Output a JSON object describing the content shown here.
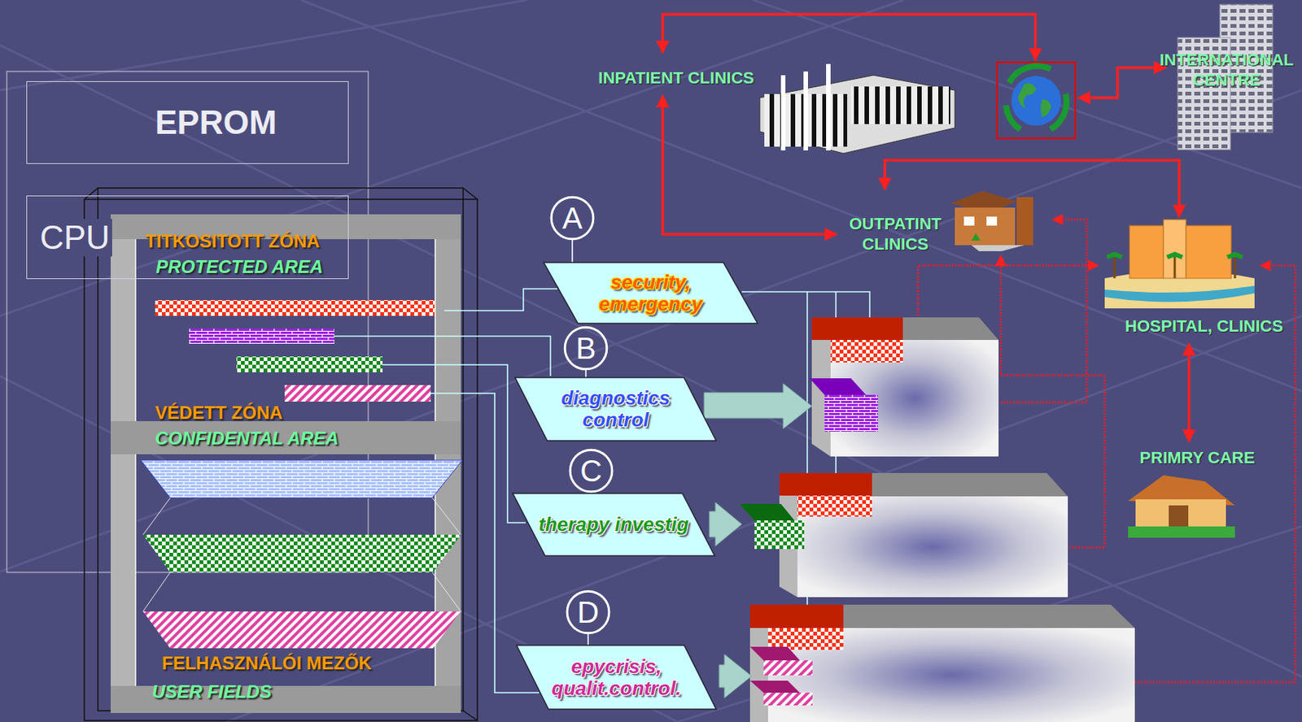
{
  "diagram": {
    "nodes": [
      {
        "text": [
          "EPROM"
        ]
      },
      {
        "text": [
          "CPU"
        ]
      },
      {
        "text": [
          "TITKOSITOTT ZÓNA",
          "PROTECTED AREA",
          "VÉDETT ZÓNA",
          "CONFIDENTAL AREA"
        ]
      },
      {
        "text": [
          "FELHASZNÁLÓI MEZŐK",
          "USER FIELDS"
        ]
      },
      {
        "text": [
          "A"
        ]
      },
      {
        "text": [
          "security, emergency"
        ]
      },
      {
        "text": [
          "B"
        ]
      },
      {
        "text": [
          "diagnostics control"
        ]
      },
      {
        "text": [
          "C"
        ]
      },
      {
        "text": [
          "therapy investig"
        ]
      },
      {
        "text": [
          "D"
        ]
      },
      {
        "text": [
          "epycrisis, qualit.control."
        ]
      },
      {
        "text": [
          "INPATIENT CLINICS"
        ]
      },
      {
        "text": [
          "INTERNATIONAL CENTRE"
        ]
      },
      {
        "text": [
          "OUTPATINT CLINICS"
        ]
      },
      {
        "text": [
          "HOSPITAL, CLINICS"
        ]
      },
      {
        "text": [
          "PRIMRY CARE"
        ]
      }
    ],
    "edges": [
      {
        "from": 4,
        "to": 5,
        "arrow": "none"
      },
      {
        "from": 6,
        "to": 7,
        "arrow": "none"
      },
      {
        "from": 8,
        "to": 9,
        "arrow": "none"
      },
      {
        "from": 10,
        "to": 11,
        "arrow": "none"
      },
      {
        "from": 12,
        "to": 14,
        "arrow": "both"
      },
      {
        "from": 15,
        "to": 16,
        "arrow": "both"
      }
    ]
  }
}
